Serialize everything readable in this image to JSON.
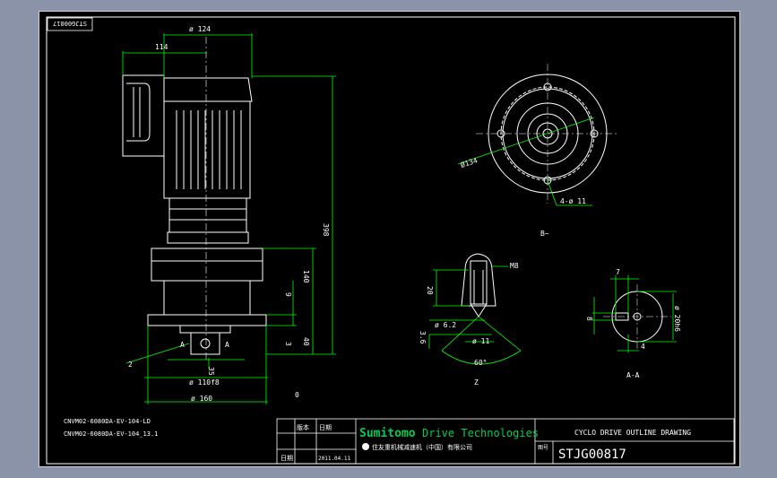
{
  "drawing": {
    "frame_code_rotated": "STJG00817",
    "dims": {
      "dia_124": "ø 124",
      "w_114": "114",
      "h_398": "398",
      "h_140": "140",
      "h_9": "9",
      "h_3": "3",
      "h_40": "40",
      "h_35": "35",
      "dia_pcd": "ø 110f8",
      "dia_160": "ø 160",
      "label_A_left": "A",
      "label_A_right": "A",
      "label_2": "2",
      "label_0": "0"
    },
    "top_view": {
      "dia_134": "Ø134",
      "holes": "4-ø 11",
      "caption": "B~"
    },
    "detail_z": {
      "thread": "M8",
      "len_20": "20",
      "dia_62": "ø 6.2",
      "len_36": "3.6",
      "dia_11": "ø 11",
      "angle": "60°",
      "caption": "Z"
    },
    "section_aa": {
      "key_7": "7",
      "key_8": "8",
      "dia_20": "ø 20h6",
      "key_4": "4",
      "caption": "A-A"
    },
    "model_lines": [
      "CNVM02-6080DA-EV-104-LD",
      "CNVM02-6080DA-EV-104_13.1"
    ],
    "title_block": {
      "label_version": "版本",
      "label_date": "日期",
      "label_date2": "日期",
      "date_value": "2011.04.11",
      "brand_a": "Sumitomo",
      "brand_b": "Drive Technologies",
      "company_cn": "住友重机械减速机（中国）有限公司",
      "drawing_title": "CYCLO DRIVE OUTLINE DRAWING",
      "no_label": "图号",
      "drawing_no": "STJG00817"
    }
  },
  "colors": {
    "background": "#000000",
    "viewport": "#8a93a7",
    "geometry": "#ffffff",
    "dimension": "#00ff00",
    "brand_green": "#00cc55"
  }
}
